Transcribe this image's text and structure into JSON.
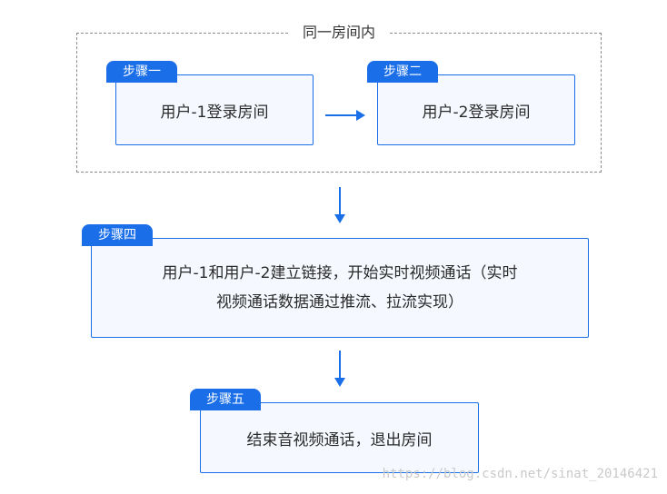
{
  "group_title": "同一房间内",
  "steps": {
    "step1": {
      "tag": "步骤一",
      "text": "用户-1登录房间"
    },
    "step2": {
      "tag": "步骤二",
      "text": "用户-2登录房间"
    },
    "step4": {
      "tag": "步骤四",
      "line1": "用户-1和用户-2建立链接，开始实时视频通话（实时",
      "line2": "视频通话数据通过推流、拉流实现）"
    },
    "step5": {
      "tag": "步骤五",
      "text": "结束音视频通话，退出房间"
    }
  },
  "watermark": "https://blog.csdn.net/sinat_20146421",
  "colors": {
    "accent": "#1a6fe8",
    "box_fill": "#f5f9ff",
    "frame_border": "#8a8a8a"
  }
}
